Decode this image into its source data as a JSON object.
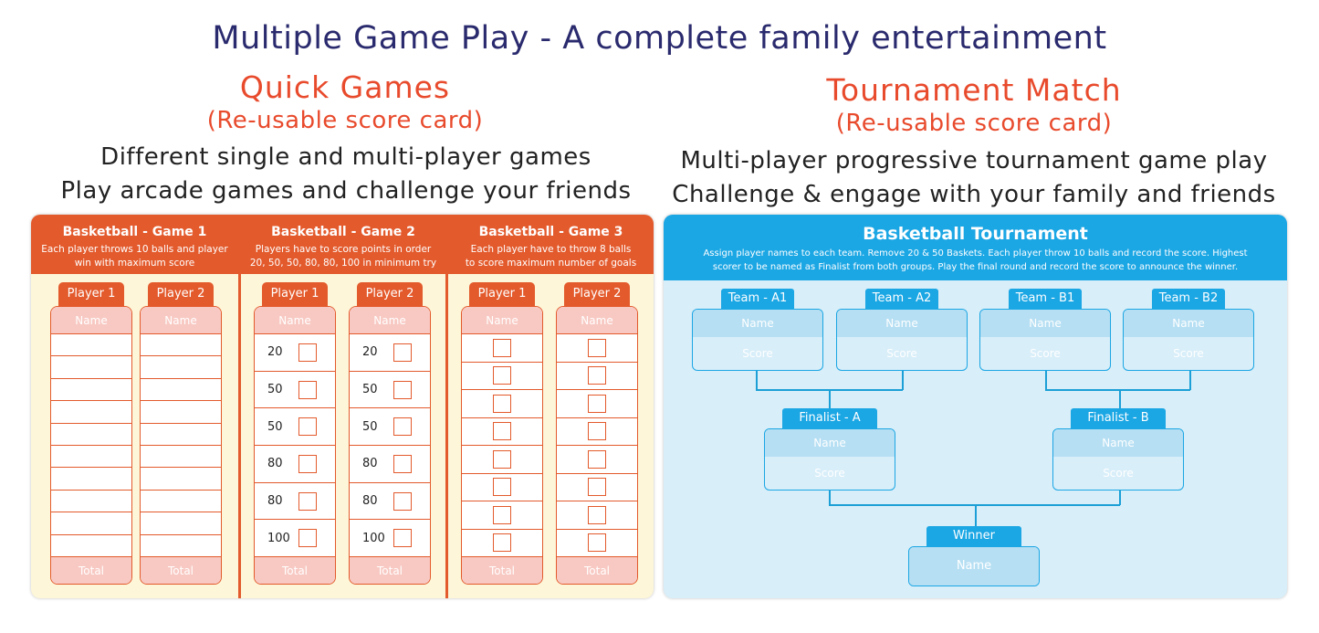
{
  "title": "Multiple Game Play - A complete family entertainment",
  "quick": {
    "title": "Quick Games",
    "subtitle": "(Re-usable score card)",
    "desc1": "Different single and multi-player games",
    "desc2": "Play arcade games and challenge your friends",
    "games": [
      {
        "title": "Basketball - Game 1",
        "desc1": "Each player throws 10 balls and player",
        "desc2": "win with maximum score"
      },
      {
        "title": "Basketball - Game 2",
        "desc1": "Players have to score points in order",
        "desc2": "20, 50, 50, 80, 80, 100 in minimum try"
      },
      {
        "title": "Basketball - Game 3",
        "desc1": "Each player have to throw 8 balls",
        "desc2": "to score maximum number of goals"
      }
    ],
    "player1": "Player 1",
    "player2": "Player 2",
    "name_label": "Name",
    "total_label": "Total",
    "game2_rows": [
      "20",
      "50",
      "50",
      "80",
      "80",
      "100"
    ]
  },
  "tournament": {
    "title": "Tournament Match",
    "subtitle": "(Re-usable score card)",
    "desc1": "Multi-player progressive tournament game play",
    "desc2": "Challenge & engage with your family and friends",
    "card_title": "Basketball Tournament",
    "card_desc1": "Assign player names to each team. Remove 20 & 50 Baskets. Each player throw 10 balls and record the score. Highest",
    "card_desc2": "scorer to be named as Finalist from both groups. Play the final round and record the score to announce the winner.",
    "teams": [
      "Team - A1",
      "Team - A2",
      "Team - B1",
      "Team - B2"
    ],
    "finalists": [
      "Finalist - A",
      "Finalist - B"
    ],
    "winner": "Winner",
    "name_label": "Name",
    "score_label": "Score"
  },
  "colors": {
    "orange": "#e35a2c",
    "blue": "#1ba6e4",
    "navy": "#2a2a6e"
  }
}
